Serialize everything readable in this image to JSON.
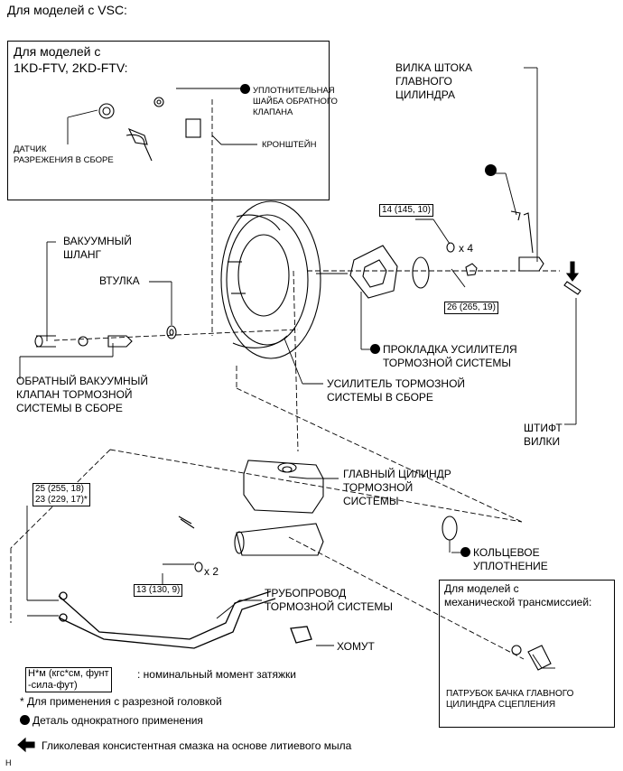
{
  "header": "Для моделей с VSC:",
  "inset_engines": {
    "line1": "Для моделей с",
    "line2": "1KD-FTV, 2KD-FTV:"
  },
  "inset_labels": {
    "washer": [
      "УПЛОТНИТЕЛЬНАЯ",
      "ШАЙБА ОБРАТНОГО",
      "КЛАПАНА"
    ],
    "sensor": [
      "ДАТЧИК",
      "РАЗРЕЖЕНИЯ В СБОРЕ"
    ],
    "bracket": "КРОНШТЕЙН"
  },
  "labels": {
    "clevis": [
      "ВИЛКА ШТОКА",
      "ГЛАВНОГО",
      "ЦИЛИНДРА"
    ],
    "vacuum_hose": [
      "ВАКУУМНЫЙ",
      "ШЛАНГ"
    ],
    "grommet": "ВТУЛКА",
    "check_valve": [
      "ОБРАТНЫЙ ВАКУУМНЫЙ",
      "КЛАПАН ТОРМОЗНОЙ",
      "СИСТЕМЫ В СБОРЕ"
    ],
    "gasket": [
      "ПРОКЛАДКА УСИЛИТЕЛЯ",
      "ТОРМОЗНОЙ СИСТЕМЫ"
    ],
    "booster": [
      "УСИЛИТЕЛЬ ТОРМОЗНОЙ",
      "СИСТЕМЫ В СБОРЕ"
    ],
    "pin": [
      "ШТИФТ",
      "ВИЛКИ"
    ],
    "master_cylinder": [
      "ГЛАВНЫЙ ЦИЛИНДР",
      "ТОРМОЗНОЙ",
      "СИСТЕМЫ"
    ],
    "o_ring": [
      "КОЛЬЦЕВОЕ",
      "УПЛОТНЕНИЕ"
    ],
    "brake_line": [
      "ТРУБОПРОВОД",
      "ТОРМОЗНОЙ СИСТЕМЫ"
    ],
    "clamp": "ХОМУТ",
    "x4": "x 4",
    "x2": "x 2"
  },
  "torques": {
    "t1": "14 (145, 10)",
    "t2": "26 (265, 19)",
    "t3a": "25 (255, 18)",
    "t3b": "23 (229, 17)*",
    "t4": "13 (130, 9)"
  },
  "manual_box": {
    "title": [
      "Для моделей с",
      "механической трансмиссией:"
    ],
    "hose": [
      "ПАТРУБОК БАЧКА ГЛАВНОГО",
      "ЦИЛИНДРА СЦЕПЛЕНИЯ"
    ]
  },
  "legend": {
    "torque_unit": [
      "Н*м (кгс*см, фунт",
      "-сила-фут)"
    ],
    "torque_desc": ": номинальный момент затяжки",
    "note": "* Для применения с разрезной головкой",
    "single_use": "Деталь однократного применения",
    "grease": "Гликолевая консистентная смазка на основе литиевого мыла"
  },
  "footer_mark": "H"
}
